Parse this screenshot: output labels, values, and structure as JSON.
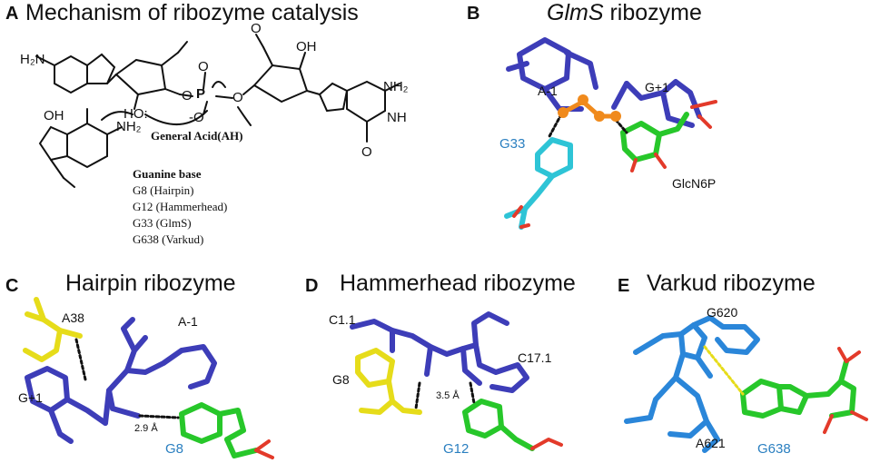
{
  "panel_a": {
    "letter": "A",
    "title": "Mechanism of ribozyme catalysis",
    "general_acid_label": "General Acid(AH)",
    "guanine_heading": "Guanine base",
    "guanine_list": [
      "G8 (Hairpin)",
      "G12 (Hammerhead)",
      "G33 (GlmS)",
      "G638 (Varkud)"
    ]
  },
  "panel_b": {
    "letter": "B",
    "title_italic": "GlmS",
    "title_rest": " ribozyme",
    "labels": {
      "a_minus_1": "A-1",
      "g_plus_1": "G+1",
      "g33": "G33",
      "glcn6p": "GlcN6P"
    }
  },
  "panel_c": {
    "letter": "C",
    "title": "Hairpin ribozyme",
    "labels": {
      "a38": "A38",
      "a_minus_1": "A-1",
      "g_plus_1": "G+1",
      "distance": "2.9 Å",
      "g8": "G8"
    }
  },
  "panel_d": {
    "letter": "D",
    "title": "Hammerhead ribozyme",
    "labels": {
      "c1_1": "C1.1",
      "c17_1": "C17.1",
      "g8": "G8",
      "distance": "3.5 Å",
      "g12": "G12"
    }
  },
  "panel_e": {
    "letter": "E",
    "title": "Varkud ribozyme",
    "labels": {
      "g620": "G620",
      "a621": "A621",
      "g638": "G638"
    }
  },
  "colors": {
    "purple": "#3d3db8",
    "cyan": "#2ec4d6",
    "green": "#27c72a",
    "yellow": "#e6dc1a",
    "blue": "#2a86d9",
    "orange": "#f08a1c",
    "red": "#e33a2a",
    "label_blue": "#2a7fc0"
  }
}
